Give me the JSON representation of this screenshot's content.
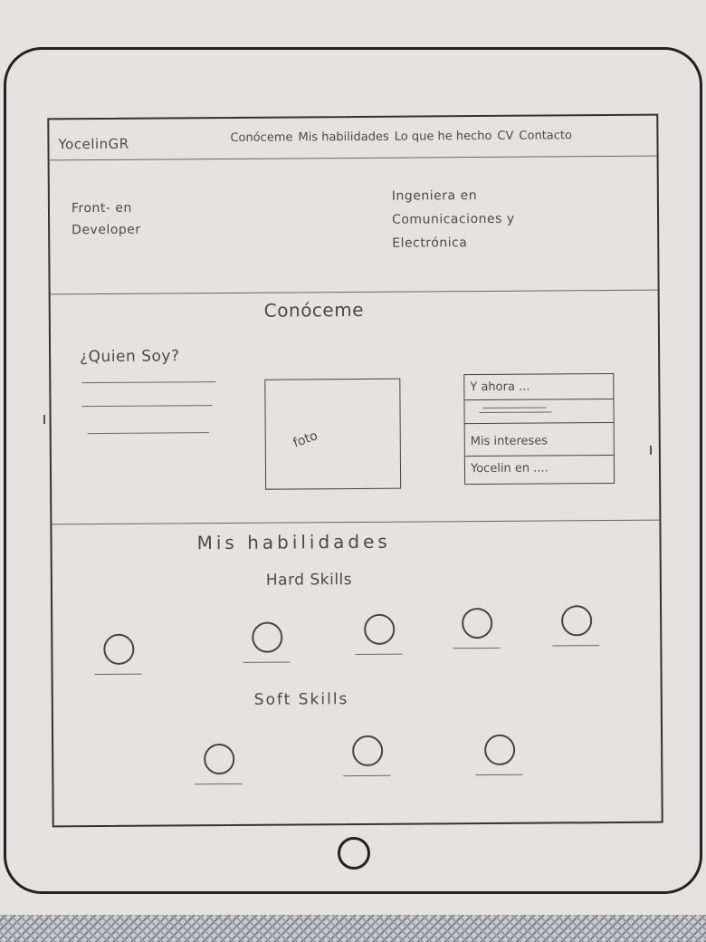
{
  "header": {
    "brand": "YocelinGR",
    "nav": [
      "Conóceme",
      "Mis habilidades",
      "Lo que he hecho",
      "CV",
      "Contacto"
    ]
  },
  "hero": {
    "role": "Front- en\nDeveloper",
    "degree": "Ingeniera en\nComunicaciones y\nElectrónica"
  },
  "about": {
    "title": "Conóceme",
    "who": "¿Quien Soy?",
    "photo_label": "foto",
    "menu": [
      "Y ahora ...",
      "",
      "Mis intereses",
      "Yocelin en ...."
    ]
  },
  "skills": {
    "title": "Mis habilidades",
    "hard_title": "Hard Skills",
    "hard_count": 5,
    "soft_title": "Soft Skills",
    "soft_count": 3
  }
}
